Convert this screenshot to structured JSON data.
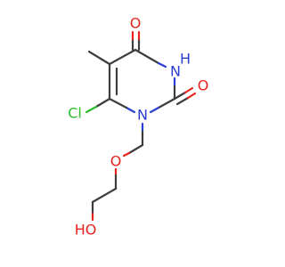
{
  "molecule": {
    "atoms": {
      "o_top": {
        "label": "O",
        "color": "#e8221c"
      },
      "nh": {
        "label": "H",
        "n": "N",
        "color": "#2b3fd6"
      },
      "o_right": {
        "label": "O",
        "color": "#e8221c"
      },
      "n_ring": {
        "label": "N",
        "color": "#2b3fd6"
      },
      "cl": {
        "label": "Cl",
        "color": "#2bbf2b"
      },
      "o_ether": {
        "label": "O",
        "color": "#e8221c"
      },
      "oh": {
        "label": "HO",
        "color": "#e8221c"
      }
    }
  }
}
